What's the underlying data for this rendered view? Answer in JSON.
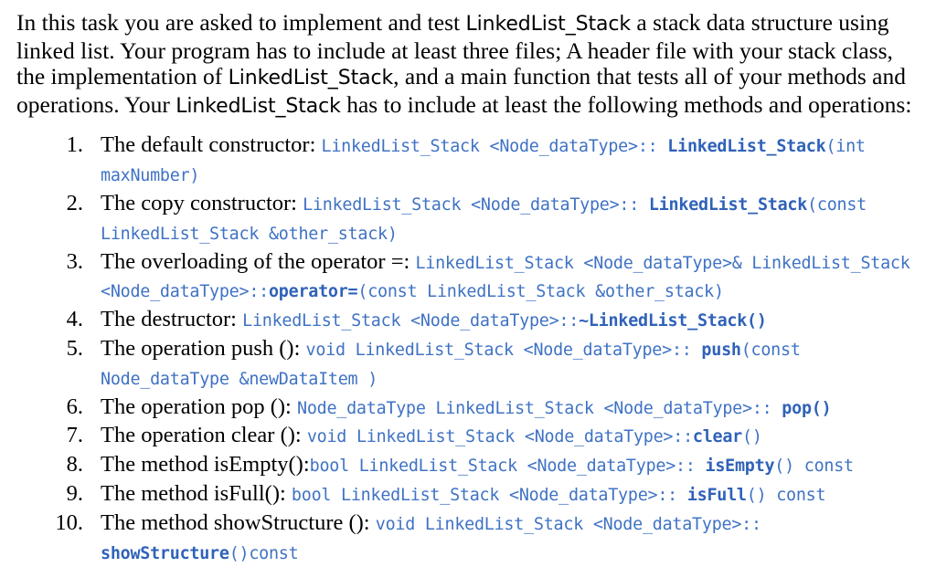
{
  "document": {
    "intro": {
      "segments": [
        {
          "text": "In this task you are asked to implement and test ",
          "style": "serif"
        },
        {
          "text": "LinkedList_Stack",
          "style": "sans"
        },
        {
          "text": " a stack data structure using linked list. Your program has to include at least three files; A header file with your stack class, the implementation of ",
          "style": "serif"
        },
        {
          "text": "LinkedList_Stack",
          "style": "sans"
        },
        {
          "text": ", and a main function that tests all of your methods and operations. Your ",
          "style": "serif"
        },
        {
          "text": "LinkedList_Stack",
          "style": "sans"
        },
        {
          "text": " has to include at least the following methods and operations:",
          "style": "serif"
        }
      ],
      "plain": "In this task you are asked to implement and test LinkedList_Stack a stack data structure using linked list. Your program has to include at least three files; A header file with your stack class, the implementation of LinkedList_Stack, and a main function that tests all of your methods and operations. Your LinkedList_Stack has to include at least the following methods and operations:"
    },
    "requirements": [
      {
        "marker": "1.",
        "lead": "The default constructor: ",
        "code_regular_1": "LinkedList_Stack <Node_dataType>:: ",
        "code_bold": "LinkedList_Stack",
        "code_regular_2": "(int maxNumber)"
      },
      {
        "marker": "2.",
        "lead": "The copy constructor: ",
        "code_regular_1": "LinkedList_Stack <Node_dataType>:: ",
        "code_bold": "LinkedList_Stack",
        "code_regular_2": "(const LinkedList_Stack &other_stack)"
      },
      {
        "marker": "3.",
        "lead": "The overloading of the operator =: ",
        "code_regular_1": "LinkedList_Stack <Node_dataType>& LinkedList_Stack <Node_dataType>::",
        "code_bold": "operator=",
        "code_regular_2": "(const LinkedList_Stack &other_stack)"
      },
      {
        "marker": "4.",
        "lead": "The destructor: ",
        "code_regular_1": "LinkedList_Stack <Node_dataType>::",
        "code_bold": "~LinkedList_Stack()",
        "code_regular_2": ""
      },
      {
        "marker": "5.",
        "lead": "The operation push (): ",
        "code_regular_1": "void LinkedList_Stack <Node_dataType>:: ",
        "code_bold": "push",
        "code_regular_2": "(const Node_dataType &newDataItem )"
      },
      {
        "marker": "6.",
        "lead": "The operation pop (): ",
        "code_regular_1": "Node_dataType LinkedList_Stack <Node_dataType>:: ",
        "code_bold": "pop()",
        "code_regular_2": ""
      },
      {
        "marker": "7.",
        "lead": "The operation clear (): ",
        "code_regular_1": "void LinkedList_Stack <Node_dataType>::",
        "code_bold": "clear",
        "code_regular_2": "()"
      },
      {
        "marker": "8.",
        "lead": "The method isEmpty():",
        "code_regular_1": "bool LinkedList_Stack <Node_dataType>:: ",
        "code_bold": "isEmpty",
        "code_regular_2": "() const"
      },
      {
        "marker": "9.",
        "lead": "The method isFull(): ",
        "code_regular_1": "bool LinkedList_Stack <Node_dataType>:: ",
        "code_bold": "isFull",
        "code_regular_2": "() const"
      },
      {
        "marker": "10.",
        "lead": "The method showStructure (): ",
        "code_regular_1": "void LinkedList_Stack <Node_dataType>:: ",
        "code_bold": "showStructure",
        "code_regular_2": "()const"
      }
    ]
  },
  "colors": {
    "code_blue": "#3f72c4",
    "code_blue_bold": "#2f62b8",
    "text_black": "#000000",
    "background": "#ffffff"
  }
}
